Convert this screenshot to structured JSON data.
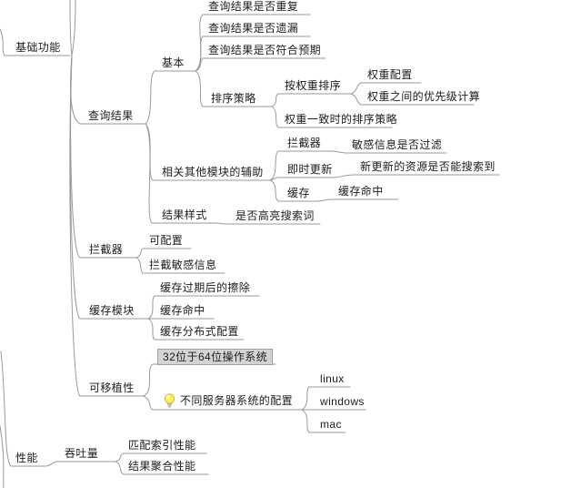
{
  "colors": {
    "line": "#9a9a9a",
    "text": "#1c1c1c",
    "highlight_background": "#d4d4d4",
    "highlight_border": "#9e9e9e",
    "bulb_yellow": "#ffec57"
  },
  "mindmap": {
    "branches": [
      {
        "label": "基础功能",
        "children": [
          {
            "label": "查询结果",
            "children": [
              {
                "label": "基本",
                "children": [
                  {
                    "label": "查询结果是否重复"
                  },
                  {
                    "label": "查询结果是否遗漏"
                  },
                  {
                    "label": "查询结果是否符合预期"
                  },
                  {
                    "label": "排序策略",
                    "children": [
                      {
                        "label": "按权重排序",
                        "children": [
                          {
                            "label": "权重配置"
                          },
                          {
                            "label": "权重之间的优先级计算"
                          }
                        ]
                      },
                      {
                        "label": "权重一致时的排序策略"
                      }
                    ]
                  }
                ]
              },
              {
                "label": "相关其他模块的辅助",
                "children": [
                  {
                    "label": "拦截器",
                    "children": [
                      {
                        "label": "敏感信息是否过滤"
                      }
                    ]
                  },
                  {
                    "label": "即时更新",
                    "children": [
                      {
                        "label": "新更新的资源是否能搜索到"
                      }
                    ]
                  },
                  {
                    "label": "缓存",
                    "children": [
                      {
                        "label": "缓存命中"
                      }
                    ]
                  }
                ]
              },
              {
                "label": "结果样式",
                "children": [
                  {
                    "label": "是否高亮搜索词"
                  }
                ]
              }
            ]
          },
          {
            "label": "拦截器",
            "children": [
              {
                "label": "可配置"
              },
              {
                "label": "拦截敏感信息"
              }
            ]
          },
          {
            "label": "缓存模块",
            "children": [
              {
                "label": "缓存过期后的擦除"
              },
              {
                "label": "缓存命中"
              },
              {
                "label": "缓存分布式配置"
              }
            ]
          },
          {
            "label": "可移植性",
            "children": [
              {
                "label": "32位于64位操作系统",
                "highlighted": true
              },
              {
                "label": "不同服务器系统的配置",
                "icon": "lightbulb-icon",
                "children": [
                  {
                    "label": "linux"
                  },
                  {
                    "label": "windows"
                  },
                  {
                    "label": "mac"
                  }
                ]
              }
            ]
          }
        ]
      },
      {
        "label": "性能",
        "children": [
          {
            "label": "吞吐量",
            "children": [
              {
                "label": "匹配索引性能"
              },
              {
                "label": "结果聚合性能"
              }
            ]
          }
        ]
      }
    ]
  }
}
